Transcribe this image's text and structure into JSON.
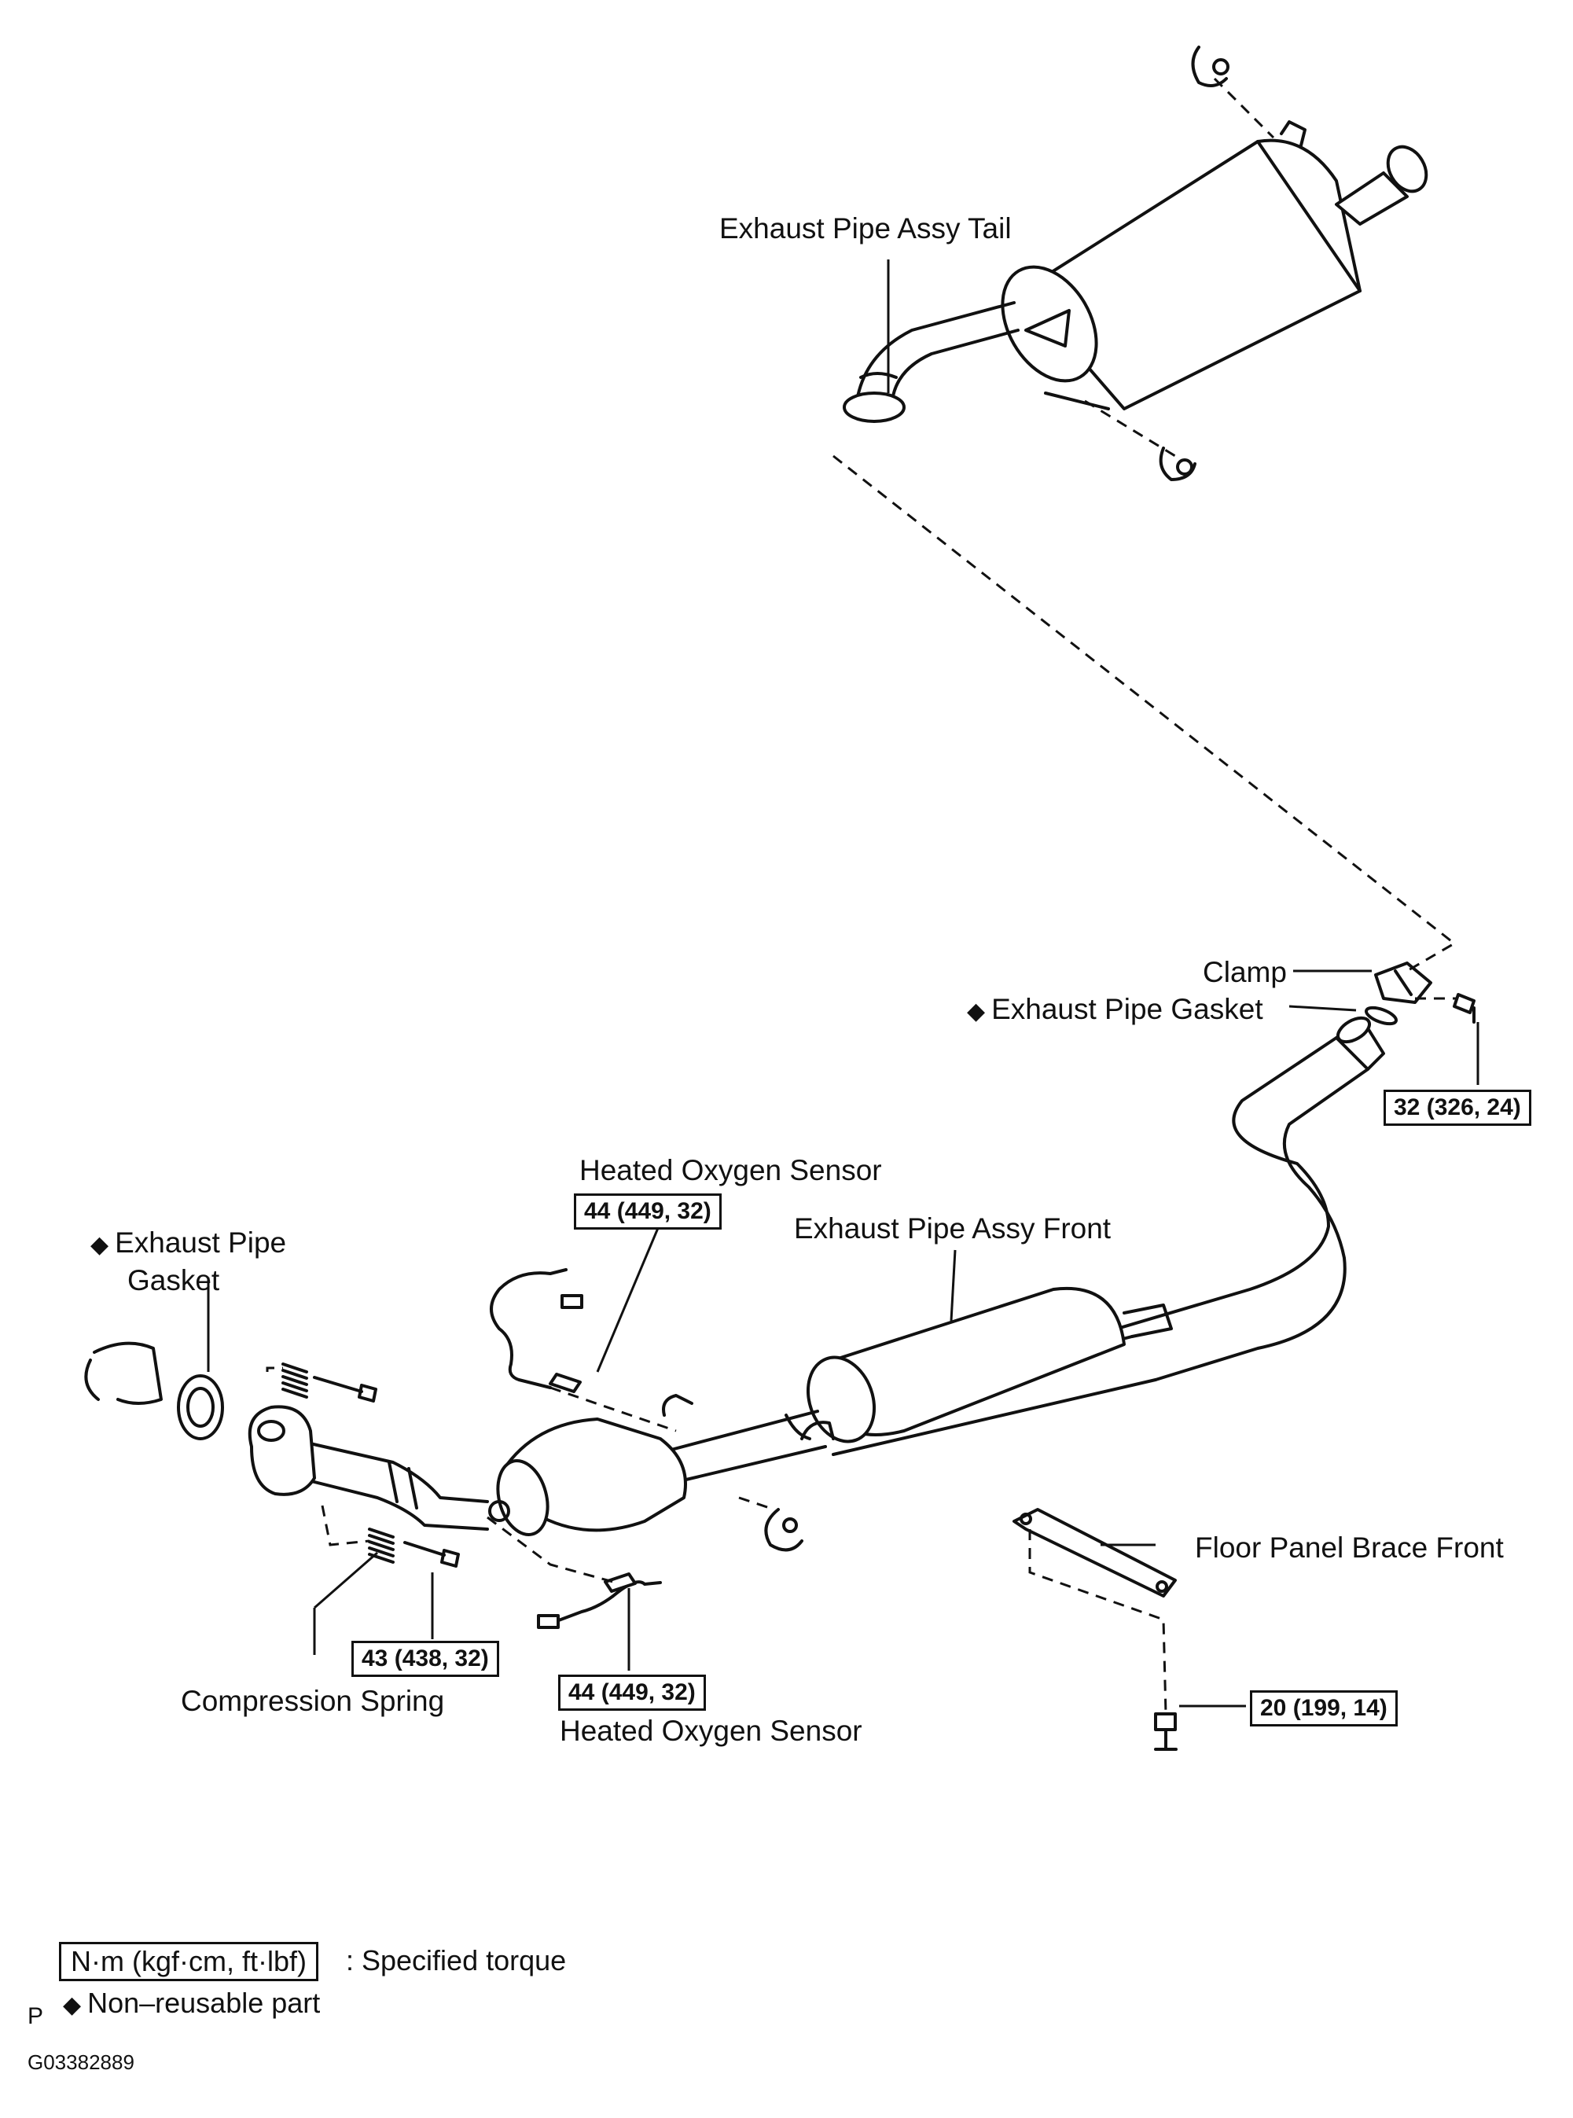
{
  "labels": {
    "tail_pipe": "Exhaust Pipe Assy Tail",
    "clamp": "Clamp",
    "gasket_rear": "Exhaust Pipe Gasket",
    "heated_o2_upper": "Heated Oxygen Sensor",
    "front_pipe": "Exhaust Pipe Assy Front",
    "gasket_front_line1": "Exhaust Pipe",
    "gasket_front_line2": "Gasket",
    "floor_brace": "Floor Panel Brace Front",
    "compression_spring": "Compression Spring",
    "heated_o2_lower": "Heated Oxygen Sensor",
    "non_reusable_mark": "◆"
  },
  "torques": {
    "clamp_bolt": "32 (326, 24)",
    "o2_upper": "44 (449, 32)",
    "flange_bolt": "43 (438, 32)",
    "o2_lower": "44 (449, 32)",
    "brace_bolt": "20 (199, 14)"
  },
  "legend": {
    "torque_box": "N·m (kgf·cm, ft·lbf)",
    "torque_desc": ": Specified torque",
    "non_reusable": "Non–reusable part",
    "page_letter": "P",
    "figure_code": "G03382889"
  }
}
